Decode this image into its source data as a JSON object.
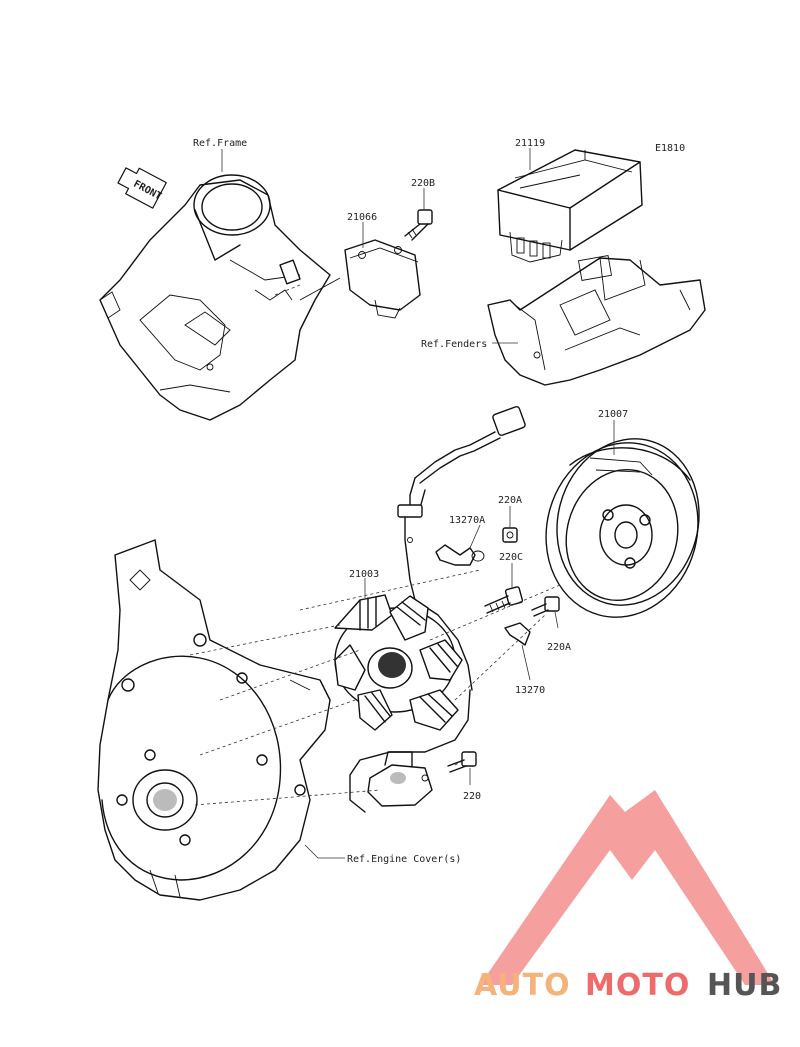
{
  "labels": {
    "ref_frame": "Ref.Frame",
    "front": "FRONT",
    "p220b": "220B",
    "p21066": "21066",
    "p21119": "21119",
    "e1810": "E1810",
    "ref_fenders": "Ref.Fenders",
    "p21007": "21007",
    "p13270a": "13270A",
    "p220a_top": "220A",
    "p220c": "220C",
    "p21003": "21003",
    "p220a_right": "220A",
    "p13270": "13270",
    "p220": "220",
    "ref_engine_cover": "Ref.Engine Cover(s)"
  },
  "watermark": {
    "part1": "AUTO",
    "part2": "MOTO",
    "part3": "HUB",
    "color_orange": "#f5b27a",
    "color_red": "#ef6a6a",
    "color_gray": "#555555"
  }
}
